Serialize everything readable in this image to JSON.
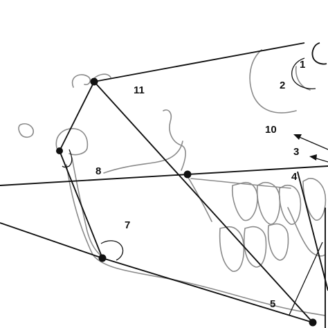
{
  "labels": {
    "l1": "1",
    "l2": "2",
    "l3": "3",
    "l4": "4",
    "l5": "5",
    "l7": "7",
    "l8": "8",
    "l10": "10",
    "l11": "11"
  },
  "colors": {
    "ink": "#111111",
    "sketch": "#8a8a8a",
    "background": "#ffffff"
  }
}
